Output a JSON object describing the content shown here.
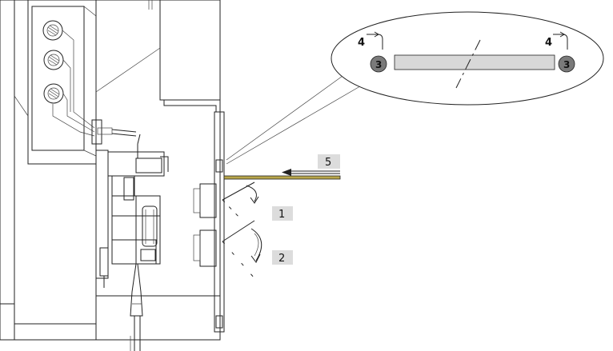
{
  "labels": {
    "one": "1",
    "two": "2",
    "five": "5",
    "three_left": "3",
    "three_right": "3",
    "four_left": "4",
    "four_right": "4"
  },
  "colors": {
    "line": "#222222",
    "label_bg": "#dcdcdc",
    "circle_fill": "#7a7a7a",
    "bar_fill": "#d8d8d8",
    "strip_fill": "#b8a64a"
  }
}
